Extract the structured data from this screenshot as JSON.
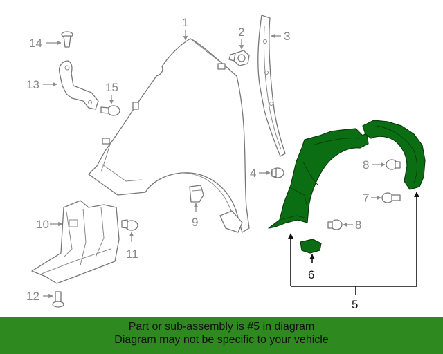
{
  "callouts": {
    "c1": "1",
    "c2": "2",
    "c3": "3",
    "c4": "4",
    "c5": "5",
    "c6": "6",
    "c7": "7",
    "c8a": "8",
    "c8b": "8",
    "c9": "9",
    "c10": "10",
    "c11": "11",
    "c12": "12",
    "c13": "13",
    "c14": "14",
    "c15": "15"
  },
  "banner": {
    "line1": "Part or sub-assembly is #5 in diagram",
    "line2": "Diagram may not be specific to your vehicle"
  },
  "colors": {
    "highlight": "#0b6e12",
    "banner": "#2e8a1f"
  }
}
